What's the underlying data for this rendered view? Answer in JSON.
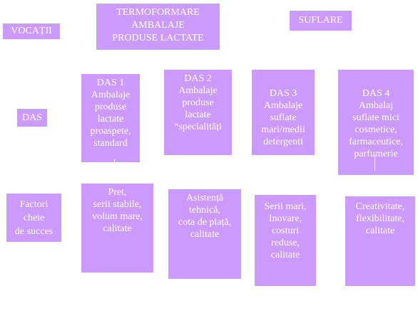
{
  "row_labels": {
    "vocatii": "VOCAȚII",
    "das": "DAS",
    "factori": "Factori\ncheie\nde succes"
  },
  "vocatii": {
    "termoformare": "TERMOFORMARE\nAMBALAJE\nPRODUSE LACTATE",
    "suflare": "SUFLARE"
  },
  "das": [
    {
      "text": "DAS 1\nAmbalaje\nproduse\nlactate\nproaspete,\nstandard"
    },
    {
      "text": "DAS 2\nAmbalaje\nproduse\nlactate\n“specialități"
    },
    {
      "text": "DAS 3\nAmbalaje\nsuflate\nmari/medii\ndetergenti"
    },
    {
      "text": "DAS 4\nAmbalaj\nsuflate mici\ncosmetice,\nfarmaceutice,\nparfumerie"
    }
  ],
  "factori": [
    {
      "text": "Pret,\nserii stabile,\nvolum mare,\ncalitate"
    },
    {
      "text": "Asistență\ntehnică,\ncota de piață,\ncalitate"
    },
    {
      "text": "Serii mari,\nInovare,\ncosturi\nreduse,\ncalitate"
    },
    {
      "text": "Creativitate,\nflexibilitate,\ncalitate"
    }
  ]
}
